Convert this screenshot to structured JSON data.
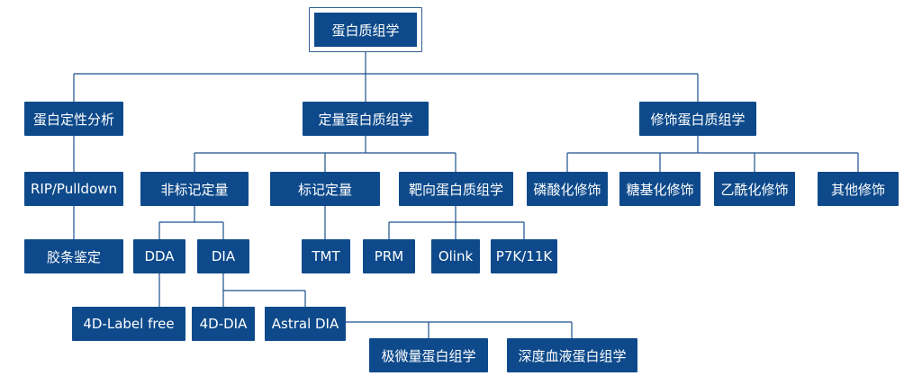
{
  "colors": {
    "node_fill": "#0e4a8b",
    "node_text": "#ffffff",
    "line": "#1c4f8d"
  },
  "nodes": {
    "root": "蛋白质组学",
    "qualitative": "蛋白定性分析",
    "quantitative": "定量蛋白质组学",
    "modification": "修饰蛋白质组学",
    "rip_pulldown": "RIP/Pulldown",
    "gel_id": "胶条鉴定",
    "label_free_quant": "非标记定量",
    "labeled_quant": "标记定量",
    "targeted": "靶向蛋白质组学",
    "dda": "DDA",
    "dia": "DIA",
    "tmt": "TMT",
    "prm": "PRM",
    "olink": "Olink",
    "p7k": "P7K/11K",
    "label_free_4d": "4D-Label free",
    "dia_4d": "4D-DIA",
    "astral_dia": "Astral DIA",
    "micro_proteomics": "极微量蛋白组学",
    "deep_plasma": "深度血液蛋白组学",
    "phospho": "磷酸化修饰",
    "glyco": "糖基化修饰",
    "acetyl": "乙酰化修饰",
    "other_mod": "其他修饰"
  }
}
